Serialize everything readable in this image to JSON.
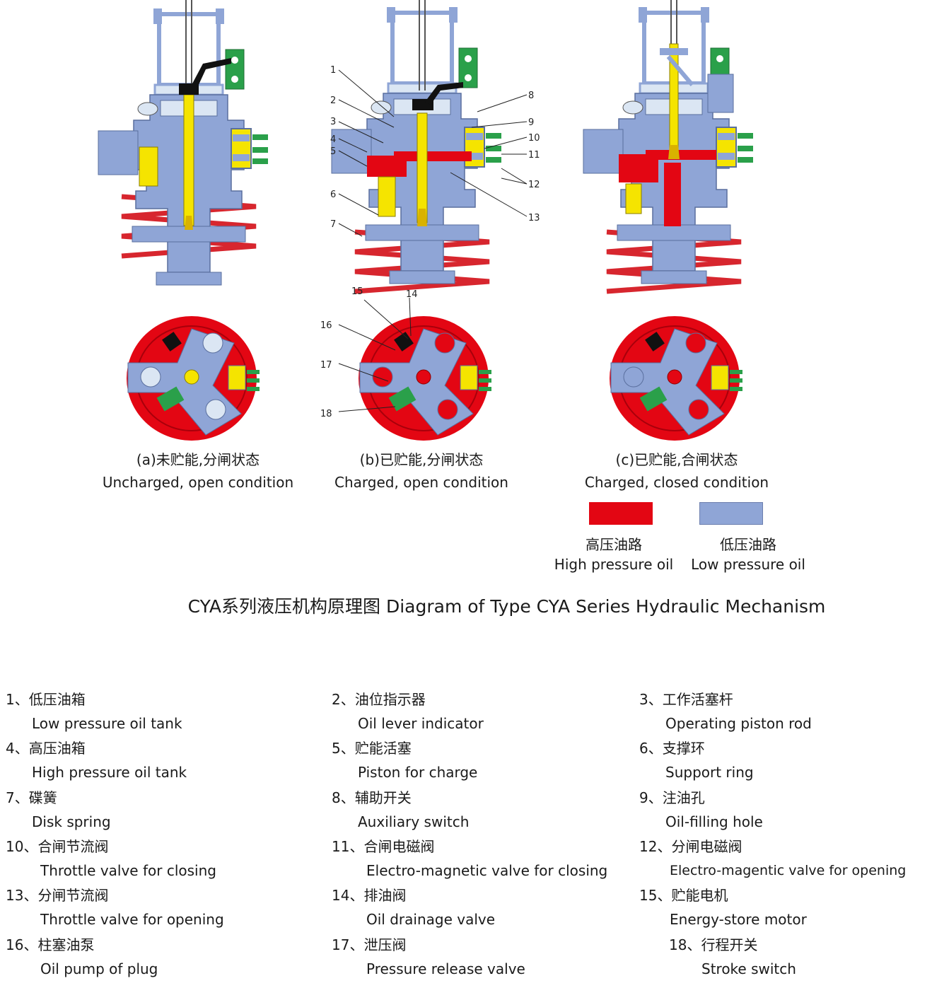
{
  "title": "CYA系列液压机构原理图 Diagram of Type CYA Series Hydraulic Mechanism",
  "colors": {
    "high_pressure": "#e30613",
    "low_pressure": "#8fa5d6",
    "piston_rod": "#f5e400",
    "switch_green": "#2aa04a",
    "spring_red": "#d7262e"
  },
  "views": [
    {
      "zh": "(a)未贮能,分闸状态",
      "en": "Uncharged, open condition"
    },
    {
      "zh": "(b)已贮能,分闸状态",
      "en": "Charged, open condition"
    },
    {
      "zh": "(c)已贮能,合闸状态",
      "en": "Charged, closed condition"
    }
  ],
  "legend": [
    {
      "zh": "高压油路",
      "en": "High pressure oil",
      "color": "#e30613"
    },
    {
      "zh": "低压油路",
      "en": "Low pressure oil",
      "color": "#8fa5d6"
    }
  ],
  "callout_numbers": [
    "1",
    "2",
    "3",
    "4",
    "5",
    "6",
    "7",
    "8",
    "9",
    "10",
    "11",
    "12",
    "13",
    "14",
    "15",
    "16",
    "17",
    "18"
  ],
  "parts": [
    {
      "zh": "1、低压油箱",
      "en": "Low pressure oil tank"
    },
    {
      "zh": "2、油位指示器",
      "en": "Oil lever indicator"
    },
    {
      "zh": "3、工作活塞杆",
      "en": "Operating piston rod"
    },
    {
      "zh": "4、高压油箱",
      "en": "High pressure oil tank"
    },
    {
      "zh": "5、贮能活塞",
      "en": "Piston for charge"
    },
    {
      "zh": "6、支撑环",
      "en": "Support ring"
    },
    {
      "zh": "7、碟簧",
      "en": "Disk spring"
    },
    {
      "zh": "8、辅助开关",
      "en": "Auxiliary switch"
    },
    {
      "zh": "9、注油孔",
      "en": "Oil-filling hole"
    },
    {
      "zh": "10、合闸节流阀",
      "en": "Throttle valve for closing"
    },
    {
      "zh": "11、合闸电磁阀",
      "en": "Electro-magnetic valve for closing"
    },
    {
      "zh": "12、分闸电磁阀",
      "en": "Electro-magentic valve for opening"
    },
    {
      "zh": "13、分闸节流阀",
      "en": "Throttle valve for opening"
    },
    {
      "zh": "14、排油阀",
      "en": "Oil drainage valve"
    },
    {
      "zh": "15、贮能电机",
      "en": "Energy-store motor"
    },
    {
      "zh": "16、柱塞油泵",
      "en": "Oil pump of plug"
    },
    {
      "zh": "17、泄压阀",
      "en": "Pressure release valve"
    },
    {
      "zh": "18、行程开关",
      "en": "Stroke switch"
    }
  ]
}
